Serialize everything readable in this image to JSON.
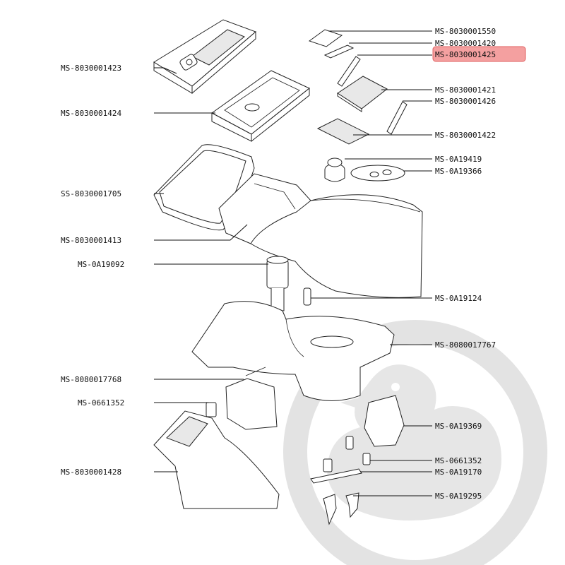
{
  "diagram": {
    "callouts": [
      {
        "id": "MS-8030001550",
        "highlighted": false
      },
      {
        "id": "MS-8030001420",
        "highlighted": false
      },
      {
        "id": "MS-8030001425",
        "highlighted": true
      },
      {
        "id": "MS-8030001421",
        "highlighted": false
      },
      {
        "id": "MS-8030001426",
        "highlighted": false
      },
      {
        "id": "MS-8030001422",
        "highlighted": false
      },
      {
        "id": "MS-0A19419",
        "highlighted": false
      },
      {
        "id": "MS-0A19366",
        "highlighted": false
      },
      {
        "id": "MS-0A19124",
        "highlighted": false
      },
      {
        "id": "MS-8080017767",
        "highlighted": false
      },
      {
        "id": "MS-0A19369",
        "highlighted": false
      },
      {
        "id": "MS-0661352",
        "highlighted": false
      },
      {
        "id": "MS-0A19170",
        "highlighted": false
      },
      {
        "id": "MS-0A19295",
        "highlighted": false
      },
      {
        "id": "MS-8030001423",
        "highlighted": false
      },
      {
        "id": "MS-8030001424",
        "highlighted": false
      },
      {
        "id": "SS-8030001705",
        "highlighted": false
      },
      {
        "id": "MS-8030001413",
        "highlighted": false
      },
      {
        "id": "MS-0A19092",
        "highlighted": false
      },
      {
        "id": "MS-8080017768",
        "highlighted": false
      },
      {
        "id": "MS-0661352",
        "highlighted": false
      },
      {
        "id": "MS-8030001428",
        "highlighted": false
      }
    ]
  },
  "colors": {
    "highlight_fill": "#f4a0a0",
    "highlight_border": "#e06060",
    "line": "#111111",
    "watermark": "#e6e6e6"
  },
  "icons": {
    "watermark": "duck-logo-icon"
  }
}
